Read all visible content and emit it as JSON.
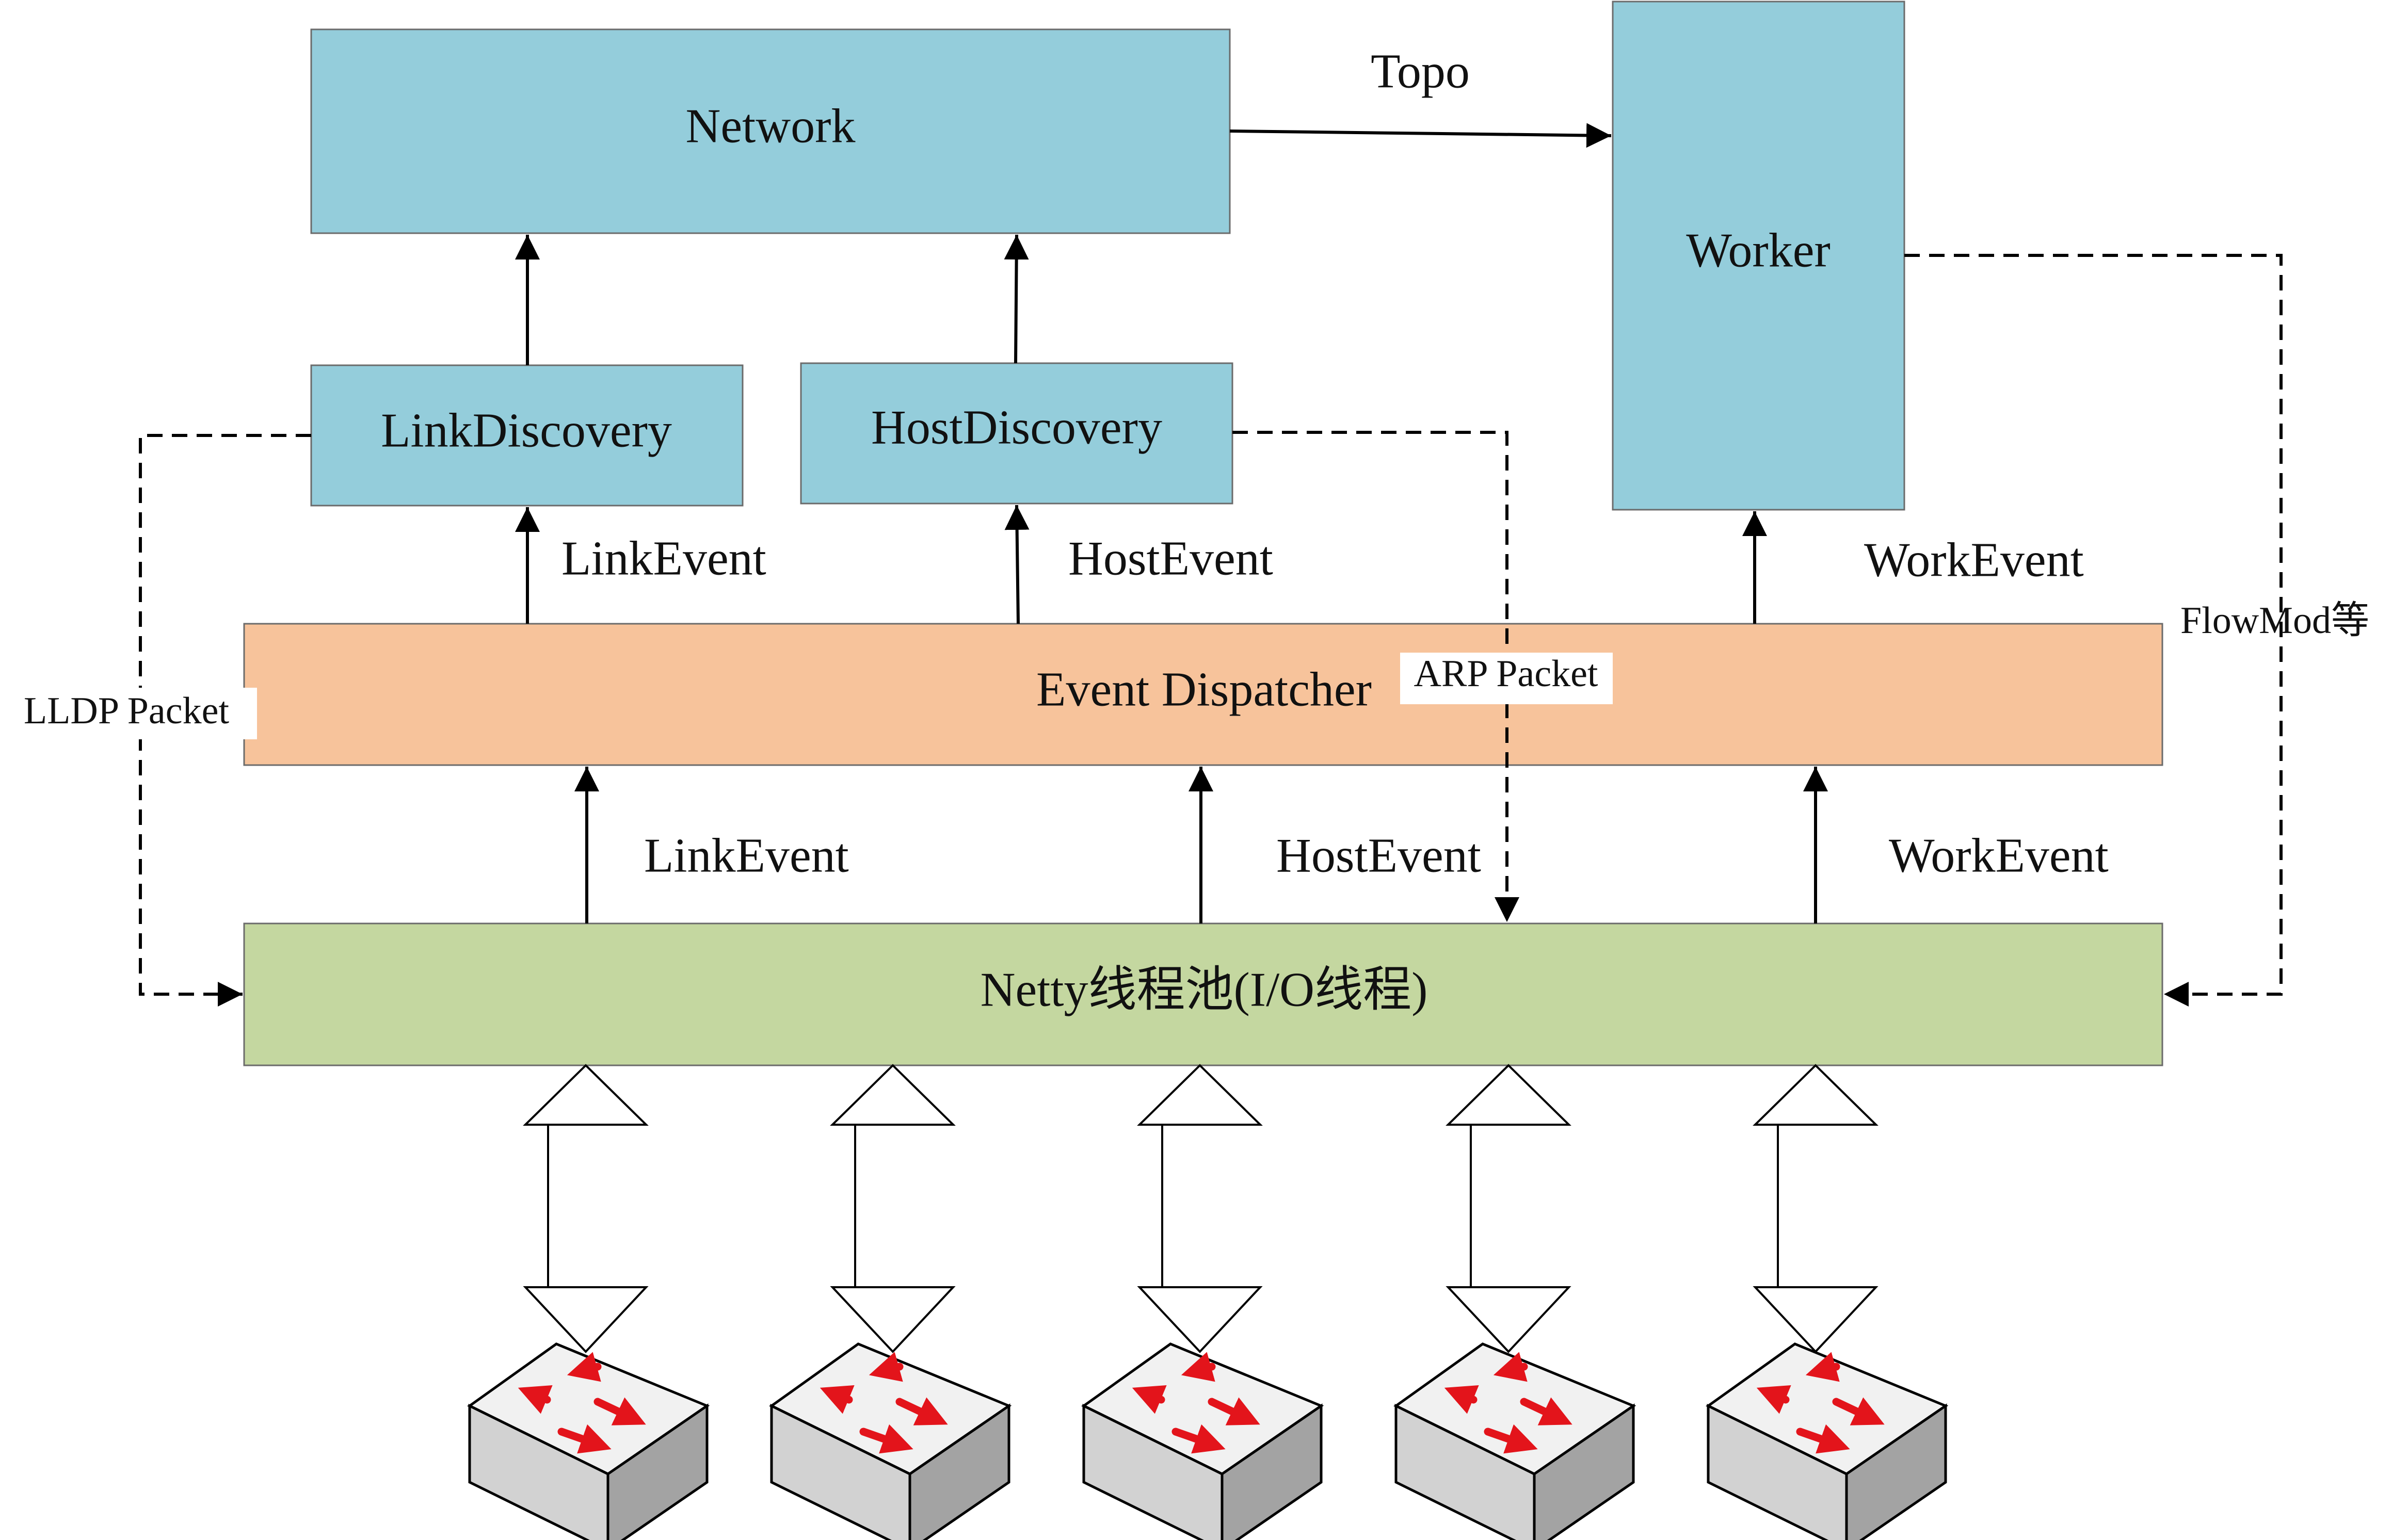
{
  "nodes": {
    "network": "Network",
    "worker": "Worker",
    "link_discovery": "LinkDiscovery",
    "host_discovery": "HostDiscovery",
    "event_dispatcher": "Event Dispatcher",
    "netty_pool": "Netty线程池(I/O线程)"
  },
  "edges": {
    "topo": "Topo",
    "link_event_upper": "LinkEvent",
    "host_event_upper": "HostEvent",
    "work_event_upper": "WorkEvent",
    "link_event_lower": "LinkEvent",
    "host_event_lower": "HostEvent",
    "work_event_lower": "WorkEvent",
    "lldp_packet": "LLDP Packet",
    "arp_packet": "ARP Packet",
    "flowmod": "FlowMod等"
  },
  "switches": [
    {
      "icon": "network-switch-icon"
    },
    {
      "icon": "network-switch-icon"
    },
    {
      "icon": "network-switch-icon"
    },
    {
      "icon": "network-switch-icon"
    },
    {
      "icon": "network-switch-icon"
    }
  ],
  "colors": {
    "module_fill": "#94CDDB",
    "dispatcher_fill": "#F7C39B",
    "netty_fill": "#C4D7A0",
    "switch_arrow": "#E3141B"
  }
}
